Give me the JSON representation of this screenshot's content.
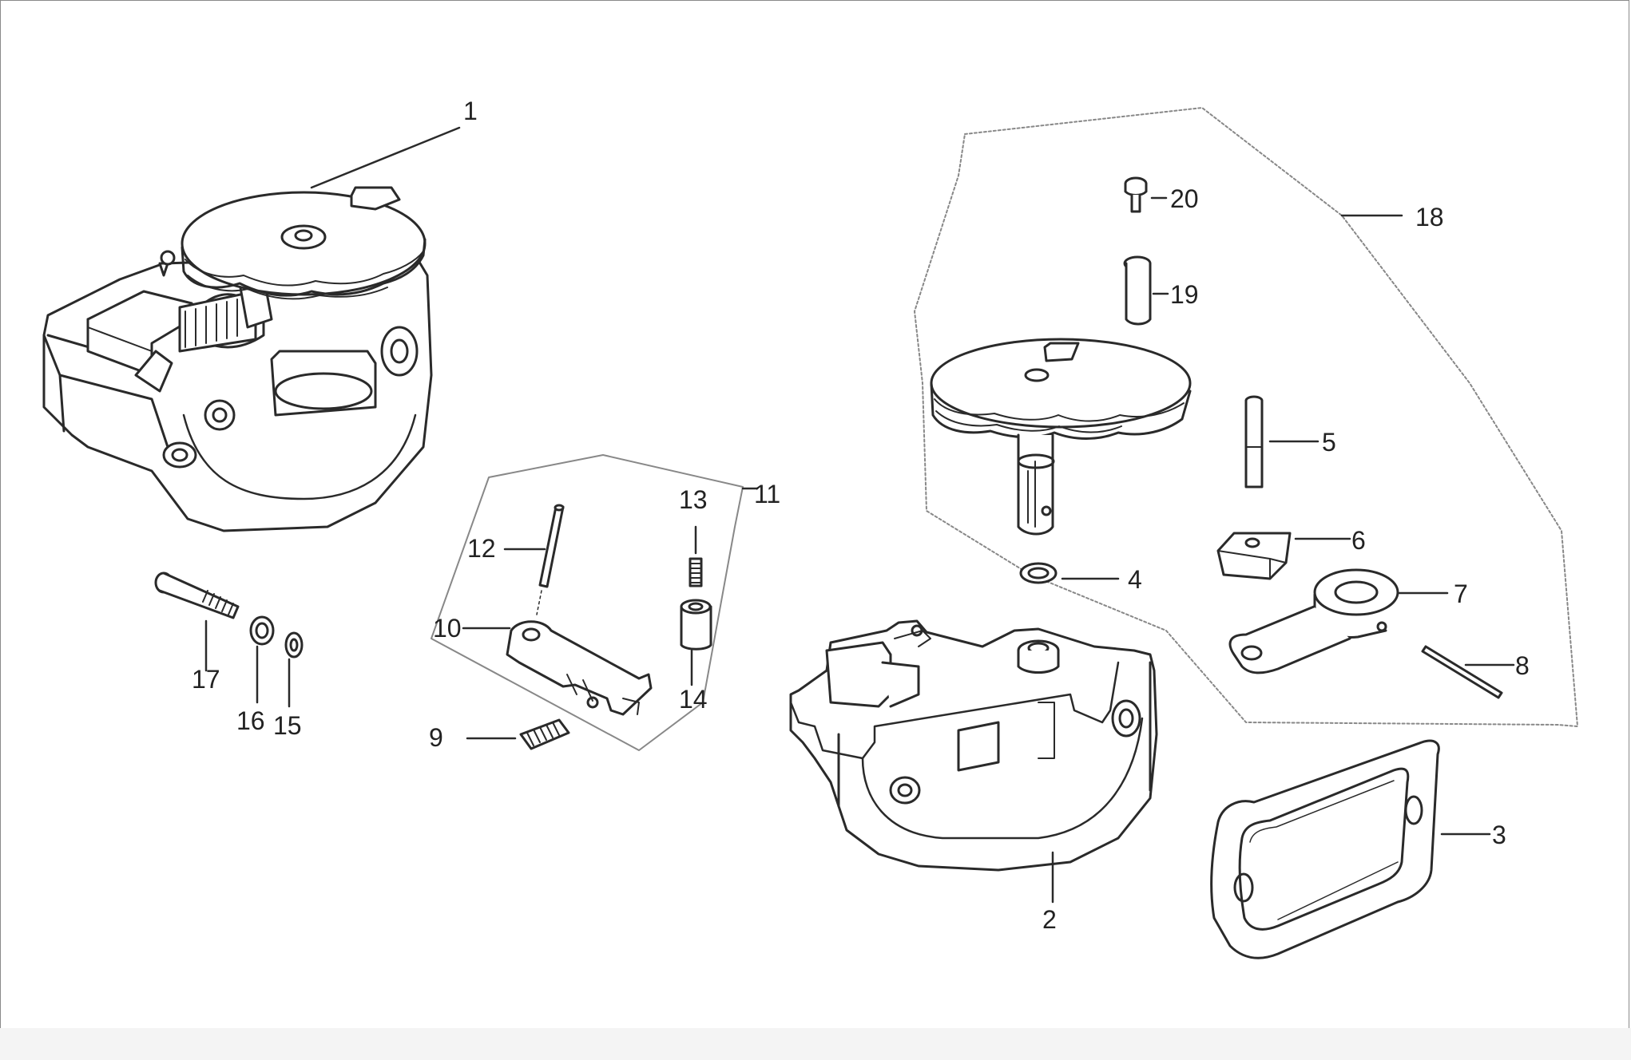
{
  "callouts": {
    "c1": "1",
    "c2": "2",
    "c3": "3",
    "c4": "4",
    "c5": "5",
    "c6": "6",
    "c7": "7",
    "c8": "8",
    "c9": "9",
    "c10": "10",
    "c11": "11",
    "c12": "12",
    "c13": "13",
    "c14": "14",
    "c15": "15",
    "c16": "16",
    "c17": "17",
    "c18": "18",
    "c19": "19",
    "c20": "20"
  },
  "colors": {
    "line": "#2a2a2a",
    "fill": "#ffffff",
    "shade": "#d9d9d9",
    "dashed": "#888888"
  }
}
